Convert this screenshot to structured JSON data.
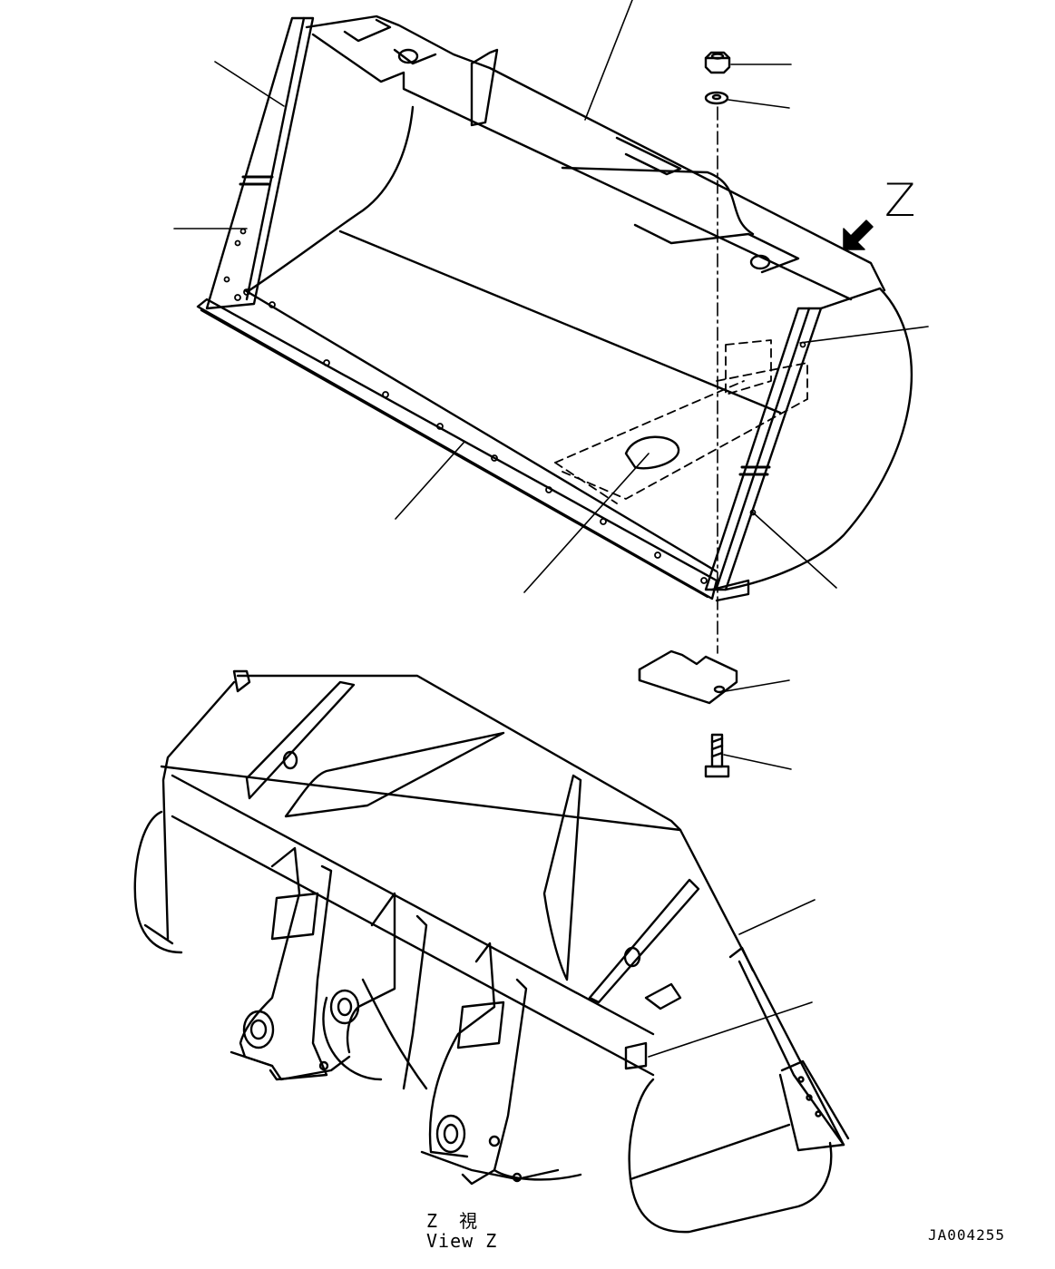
{
  "drawing": {
    "view_letter": "Z",
    "view_caption_jp": "Z 視",
    "view_caption_en": "View Z",
    "drawing_code": "JA004255"
  },
  "colors": {
    "line": "#000000",
    "background": "#ffffff"
  },
  "icons": {
    "view_arrow": "arrow-down-left-icon",
    "nut": "hex-nut-icon",
    "washer": "washer-icon",
    "plate": "shim-plate-icon",
    "bolt": "bolt-icon"
  }
}
